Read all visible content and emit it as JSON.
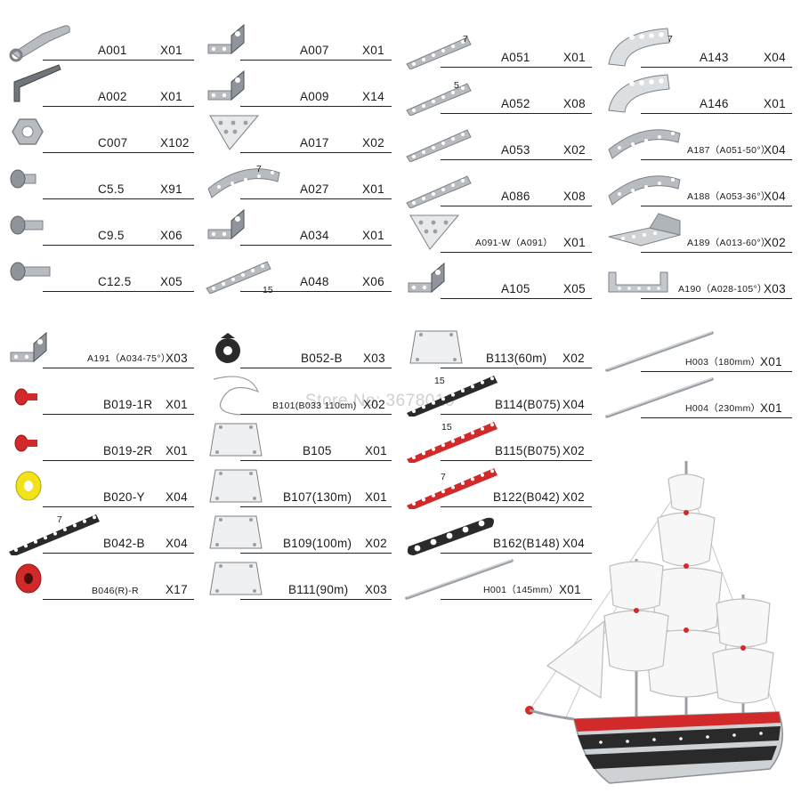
{
  "parts": [
    {
      "code": "A001",
      "qty": "X01",
      "icon": "wrench-icon"
    },
    {
      "code": "A002",
      "qty": "X01",
      "icon": "hex-key-icon"
    },
    {
      "code": "C007",
      "qty": "X102",
      "icon": "hex-nut-icon"
    },
    {
      "code": "C5.5",
      "qty": "X91",
      "icon": "screw-short-icon"
    },
    {
      "code": "C9.5",
      "qty": "X06",
      "icon": "screw-medium-icon"
    },
    {
      "code": "C12.5",
      "qty": "X05",
      "icon": "screw-long-icon"
    },
    {
      "code": "A007",
      "qty": "X01",
      "icon": "angle-bracket-icon"
    },
    {
      "code": "A009",
      "qty": "X14",
      "icon": "angle-bracket-icon"
    },
    {
      "code": "A017",
      "qty": "X02",
      "icon": "triangle-plate-icon"
    },
    {
      "code": "A027",
      "qty": "X01",
      "icon": "curved-strip-icon",
      "holes": "7"
    },
    {
      "code": "A034",
      "qty": "X01",
      "icon": "angle-bracket-icon"
    },
    {
      "code": "A048",
      "qty": "X06",
      "icon": "perforated-strip-icon",
      "holes": "15"
    },
    {
      "code": "A051",
      "qty": "X01",
      "icon": "perforated-strip-icon",
      "holes": "7"
    },
    {
      "code": "A052",
      "qty": "X08",
      "icon": "perforated-strip-icon",
      "holes": "5"
    },
    {
      "code": "A053",
      "qty": "X02",
      "icon": "perforated-strip-icon"
    },
    {
      "code": "A086",
      "qty": "X08",
      "icon": "perforated-strip-icon"
    },
    {
      "code": "A091-W（A091）",
      "qty": "X01",
      "icon": "triangle-plate-icon"
    },
    {
      "code": "A105",
      "qty": "X05",
      "icon": "angle-bracket-icon"
    },
    {
      "code": "A143",
      "qty": "X04",
      "icon": "curved-plate-icon",
      "holes": "7"
    },
    {
      "code": "A146",
      "qty": "X01",
      "icon": "curved-plate-icon"
    },
    {
      "code": "A187（A051-50°）",
      "qty": "X04",
      "icon": "curved-strip-icon"
    },
    {
      "code": "A188（A053-36°）",
      "qty": "X04",
      "icon": "curved-strip-icon"
    },
    {
      "code": "A189（A013-60°）",
      "qty": "X02",
      "icon": "bent-plate-icon"
    },
    {
      "code": "A190（A028-105°）",
      "qty": "X03",
      "icon": "u-channel-icon"
    },
    {
      "code": "A191（A034-75°）",
      "qty": "X03",
      "icon": "angle-bracket-icon"
    },
    {
      "code": "B019-1R",
      "qty": "X01",
      "icon": "red-cap-icon"
    },
    {
      "code": "B019-2R",
      "qty": "X01",
      "icon": "red-cap-icon"
    },
    {
      "code": "B020-Y",
      "qty": "X04",
      "icon": "yellow-wheel-icon"
    },
    {
      "code": "B042-B",
      "qty": "X04",
      "icon": "black-strip-icon",
      "holes": "7"
    },
    {
      "code": "B046(R)-R",
      "qty": "X17",
      "icon": "red-wheel-icon"
    },
    {
      "code": "B052-B",
      "qty": "X03",
      "icon": "black-pulley-icon"
    },
    {
      "code": "B101(B033 110cm)",
      "qty": "X02",
      "icon": "string-icon"
    },
    {
      "code": "B105",
      "qty": "X01",
      "icon": "sail-plate-icon"
    },
    {
      "code": "B107(130m)",
      "qty": "X01",
      "icon": "sail-plate-icon"
    },
    {
      "code": "B109(100m)",
      "qty": "X02",
      "icon": "sail-plate-icon"
    },
    {
      "code": "B111(90m)",
      "qty": "X03",
      "icon": "sail-plate-icon"
    },
    {
      "code": "B113(60m)",
      "qty": "X02",
      "icon": "sail-plate-icon"
    },
    {
      "code": "B114(B075)",
      "qty": "X04",
      "icon": "black-strip-icon",
      "holes": "15"
    },
    {
      "code": "B115(B075)",
      "qty": "X02",
      "icon": "red-strip-icon",
      "holes": "15"
    },
    {
      "code": "B122(B042)",
      "qty": "X02",
      "icon": "red-strip-icon",
      "holes": "7"
    },
    {
      "code": "B162(B148)",
      "qty": "X04",
      "icon": "black-wide-strip-icon"
    },
    {
      "code": "H001（145mm）",
      "qty": "X01",
      "icon": "axle-rod-icon"
    },
    {
      "code": "H003（180mm）",
      "qty": "X01",
      "icon": "axle-rod-icon"
    },
    {
      "code": "H004（230mm）",
      "qty": "X01",
      "icon": "axle-rod-icon"
    }
  ],
  "watermark": "Store No: 3678010",
  "colors": {
    "rule": "#222222",
    "red_part": "#d22a2a",
    "black_part": "#2a2a2a",
    "yellow_part": "#f2e21a",
    "metal": "#b8bcc0"
  }
}
